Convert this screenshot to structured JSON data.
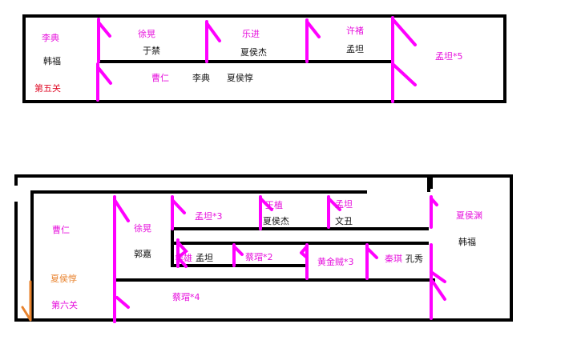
{
  "colors": {
    "wall": "#000000",
    "arrow": "#ff00ff",
    "label_magenta": "#e60fdc",
    "label_black": "#111111",
    "label_red": "#e0102b",
    "label_orange": "#e8822c"
  },
  "map1": {
    "stage_title": "第五关",
    "labels": {
      "a": "李典",
      "b": "韩福",
      "c": "徐晃",
      "d": "于禁",
      "e": "乐进",
      "f": "夏侯杰",
      "g": "许褚",
      "h": "孟坦",
      "i": "孟坦*5",
      "j": "曹仁",
      "k": "李典",
      "l": "夏侯惇"
    }
  },
  "map2": {
    "stage_title": "第六关",
    "labels": {
      "a": "曹仁",
      "b": "夏侯惇",
      "c": "徐晃",
      "d": "郭嘉",
      "e": "孟坦*3",
      "f": "王植",
      "g": "夏侯杰",
      "h": "孟坦",
      "i": "文丑",
      "j": "夏侯渊",
      "k": "韩福",
      "l": "华雄",
      "m": "孟坦",
      "n": "蔡瑁*2",
      "o": "黄金贼*3",
      "p": "秦琪",
      "q": "孔秀",
      "r": "蔡瑁*4"
    }
  }
}
